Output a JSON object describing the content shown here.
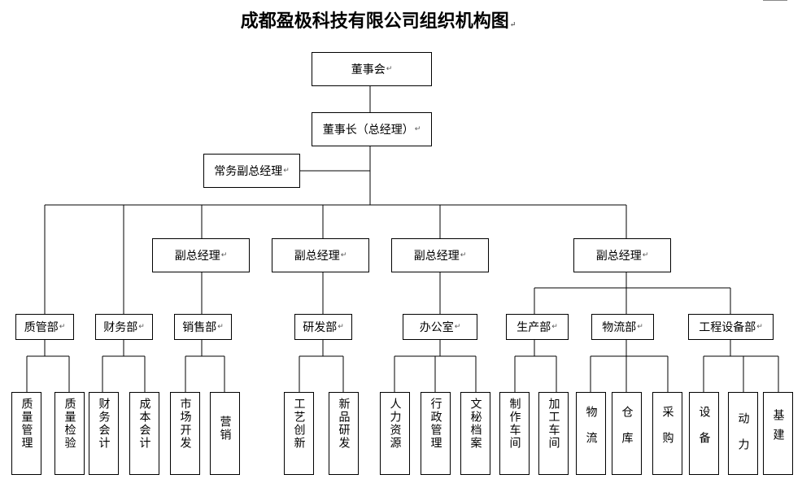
{
  "title": "成都盈极科技有限公司组织机构图",
  "board": "董事会",
  "chairman": "董事长（总经理）",
  "exec_vp": "常务副总经理",
  "vp_label": "副总经理",
  "departments": {
    "quality": "质管部",
    "finance": "财务部",
    "sales": "销售部",
    "rnd": "研发部",
    "office": "办公室",
    "production": "生产部",
    "logistics": "物流部",
    "equipment": "工程设备部"
  },
  "units": {
    "quality_mgmt": "质量管理",
    "quality_inspect": "质量检验",
    "finance_acct": "财务会计",
    "cost_acct": "成本会计",
    "market_dev": "市场开发",
    "marketing": "营销",
    "process_innov": "工艺创新",
    "new_product": "新品研发",
    "hr": "人力资源",
    "admin": "行政管理",
    "archives": "文秘档案",
    "mfg_shop": "制作车间",
    "processing_shop": "加工车间",
    "logistics": "物流",
    "warehouse": "仓库",
    "purchasing": "采购",
    "equipment": "设备",
    "power": "动力",
    "infrastructure": "基建"
  },
  "colors": {
    "line": "#000000",
    "box_fill": "#ffffff"
  }
}
